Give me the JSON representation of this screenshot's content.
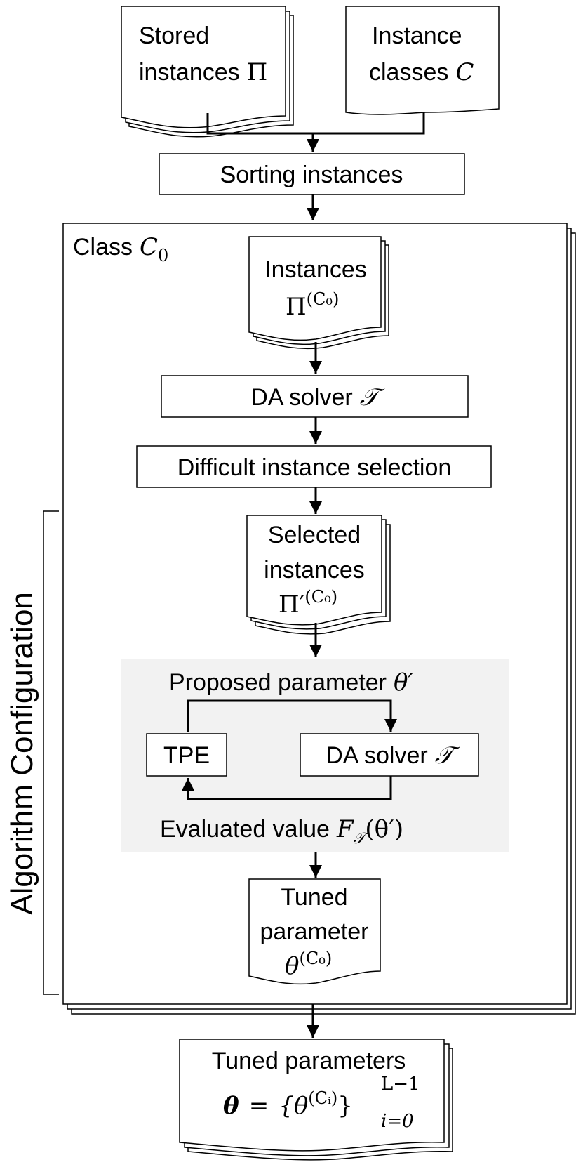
{
  "nodes": {
    "stored_instances": {
      "line1": "Stored",
      "line2": "instances",
      "symbol": "Π"
    },
    "instance_classes": {
      "line1": "Instance",
      "line2": "classes",
      "symbol": "C"
    },
    "sorting": {
      "label": "Sorting instances"
    },
    "class_block": {
      "label": "Class",
      "symbol": "C",
      "subscript": "0"
    },
    "instances": {
      "line1": "Instances",
      "base": "Π",
      "superscript": "(C₀)"
    },
    "da_solver_1": {
      "label": "DA solver",
      "symbol": "𝒯"
    },
    "difficult": {
      "label": "Difficult instance selection"
    },
    "selected": {
      "line1": "Selected",
      "line2": "instances",
      "base": "Π′",
      "superscript": "(C₀)"
    },
    "proposed": {
      "label": "Proposed parameter",
      "symbol": "θ′"
    },
    "tpe": {
      "label": "TPE"
    },
    "da_solver_2": {
      "label": "DA solver",
      "symbol": "𝒯"
    },
    "evaluated": {
      "label": "Evaluated value",
      "symbol": "F",
      "subscript": "𝒯",
      "arg": "(θ′)"
    },
    "tuned": {
      "line1": "Tuned",
      "line2": "parameter",
      "base": "θ",
      "superscript": "(C₀)"
    },
    "tuned_all": {
      "line1": "Tuned parameters",
      "bold_theta": "θ",
      "eq": "=",
      "set": "{θ",
      "superscript": "(Cᵢ)",
      "close": "}",
      "upper": "L−1",
      "lower": "i=0"
    }
  },
  "bracket_label": "Algorithm Configuration",
  "colors": {
    "stroke": "#000000",
    "panel": "#f2f2f2",
    "background": "#ffffff"
  }
}
